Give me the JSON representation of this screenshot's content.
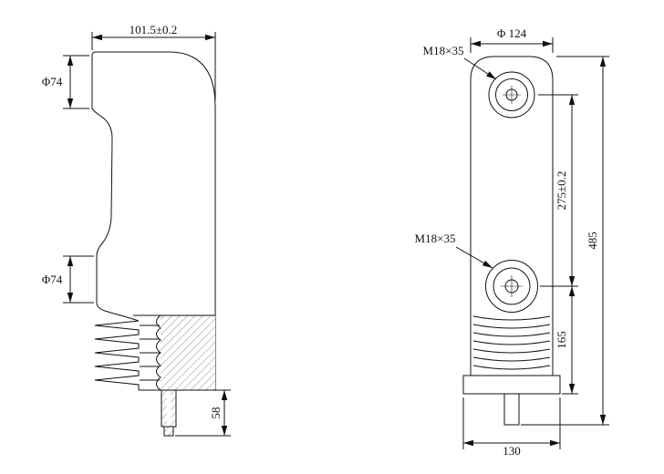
{
  "side_view": {
    "top_width": "101.5±0.2",
    "upper_diameter": "Φ74",
    "lower_diameter": "Φ74",
    "stem_length": "58"
  },
  "front_view": {
    "top_diameter": "Φ 124",
    "upper_thread": "M18×35",
    "lower_thread": "M18×35",
    "terminal_spacing": "275±0.2",
    "overall_height": "485",
    "lower_height": "165",
    "base_width": "130"
  }
}
